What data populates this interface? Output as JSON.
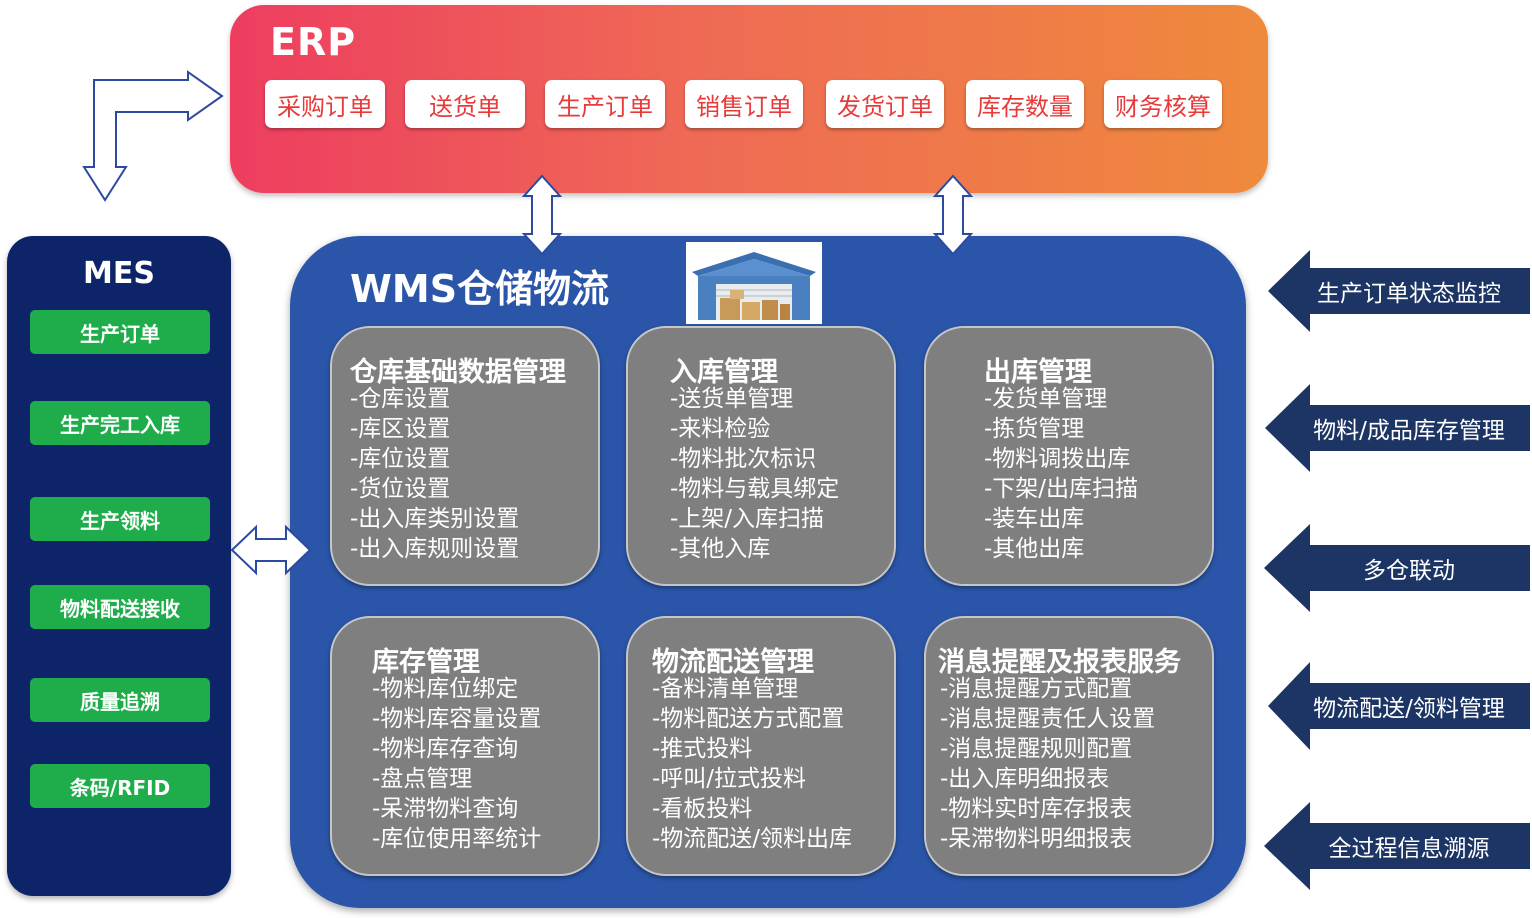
{
  "erp": {
    "title": "ERP",
    "items": [
      "采购订单",
      "送货单",
      "生产订单",
      "销售订单",
      "发货订单",
      "库存数量",
      "财务核算"
    ]
  },
  "mes": {
    "title": "MES",
    "items": [
      "生产订单",
      "生产完工入库",
      "生产领料",
      "物料配送接收",
      "质量追溯",
      "条码/RFID"
    ]
  },
  "wms": {
    "title": "WMS仓储物流",
    "modules": [
      {
        "title": "仓库基础数据管理",
        "items": [
          "-仓库设置",
          "-库区设置",
          "-库位设置",
          "-货位设置",
          "-出入库类别设置",
          "-出入库规则设置"
        ]
      },
      {
        "title": "入库管理",
        "items": [
          "-送货单管理",
          "-来料检验",
          "-物料批次标识",
          "-物料与载具绑定",
          "-上架/入库扫描",
          "-其他入库"
        ]
      },
      {
        "title": "出库管理",
        "items": [
          "-发货单管理",
          "-拣货管理",
          "-物料调拨出库",
          "-下架/出库扫描",
          "-装车出库",
          "-其他出库"
        ]
      },
      {
        "title": "库存管理",
        "items": [
          "-物料库位绑定",
          "-物料库容量设置",
          "-物料库存查询",
          "-盘点管理",
          "-呆滞物料查询",
          "-库位使用率统计"
        ]
      },
      {
        "title": "物流配送管理",
        "items": [
          "-备料清单管理",
          "-物料配送方式配置",
          "-推式投料",
          "-呼叫/拉式投料",
          "-看板投料",
          "-物流配送/领料出库"
        ]
      },
      {
        "title": "消息提醒及报表服务",
        "items": [
          "-消息提醒方式配置",
          "-消息提醒责任人设置",
          "-消息提醒规则配置",
          "-出入库明细报表",
          "-物料实时库存报表",
          "-呆滞物料明细报表"
        ]
      }
    ]
  },
  "right_features": [
    "生产订单状态监控",
    "物料/成品库存管理",
    "多仓联动",
    "物流配送/领料管理",
    "全过程信息溯源"
  ],
  "colors": {
    "erp_start": "#ee3d60",
    "erp_end": "#ef8a3c",
    "mes_bg": "#0d2469",
    "mes_item": "#1fad4c",
    "wms_bg": "#2a55a9",
    "module_bg": "#7f7f7f",
    "banner": "#1d3565",
    "erp_item_text": "#e83a3a"
  }
}
